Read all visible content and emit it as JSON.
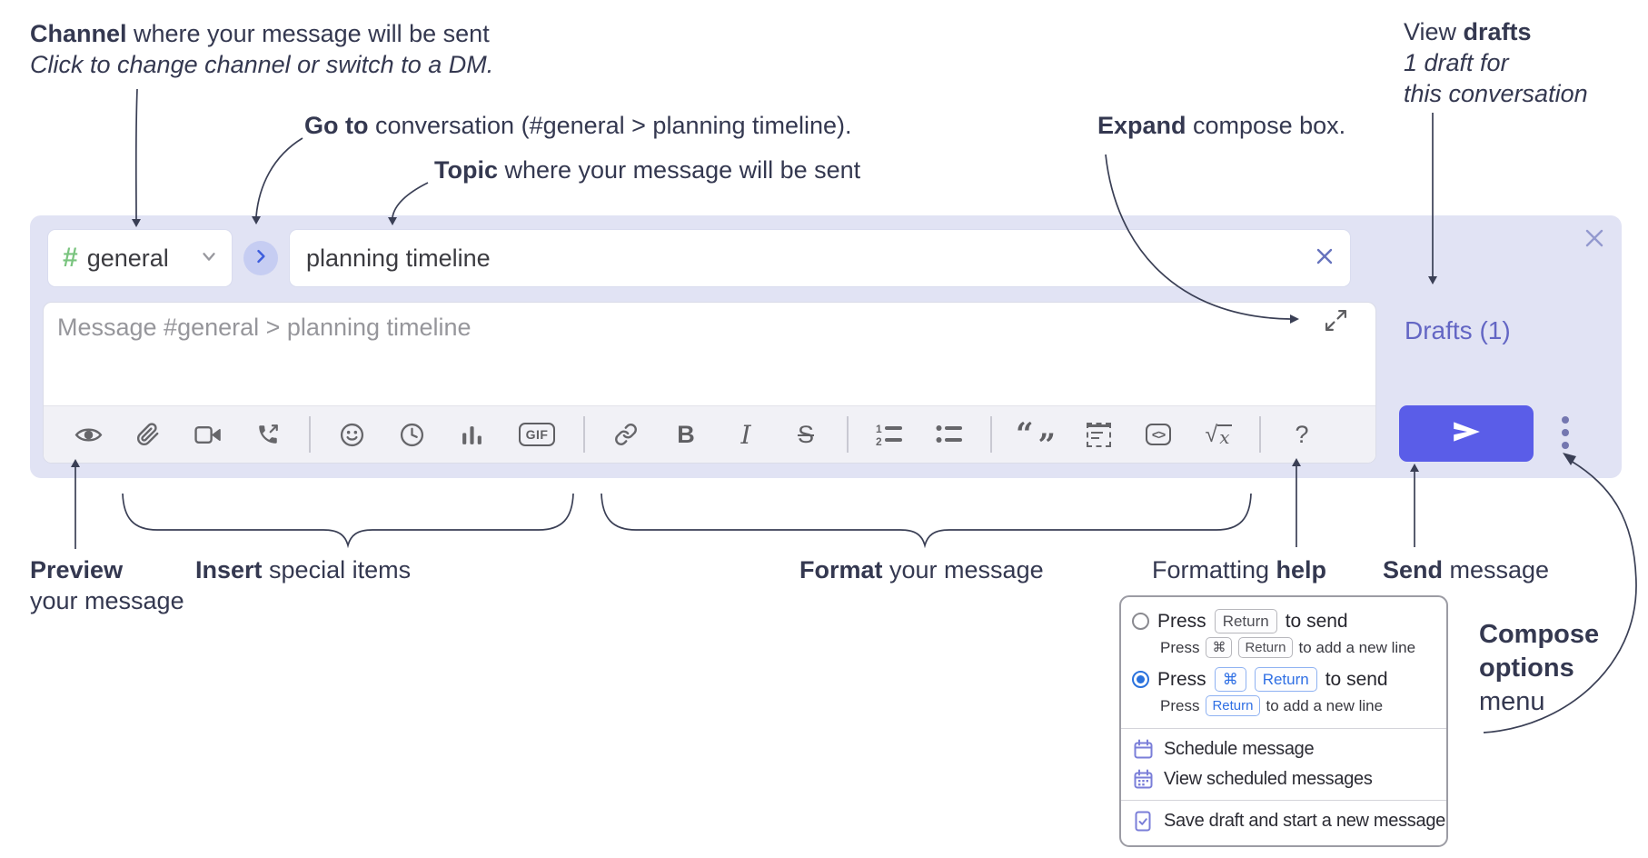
{
  "annotations": {
    "channel_line1_bold": "Channel",
    "channel_line1_rest": " where your message will be sent",
    "channel_line2": "Click to change channel or switch to a DM.",
    "goto_bold": "Go to",
    "goto_rest": " conversation (#general > planning timeline).",
    "topic_bold": "Topic",
    "topic_rest": " where your message will be sent",
    "expand_bold": "Expand",
    "expand_rest": " compose box.",
    "drafts_line1_pre": "View ",
    "drafts_line1_bold": "drafts",
    "drafts_line2": "1 draft for",
    "drafts_line3": "this conversation",
    "preview_bold": "Preview",
    "preview_line2": "your message",
    "insert_bold": "Insert",
    "insert_rest": " special items",
    "format_bold": "Format",
    "format_rest": " your message",
    "help_pre": "Formatting ",
    "help_bold": "help",
    "send_bold": "Send",
    "send_rest": " message",
    "compose_options_line1": "Compose",
    "compose_options_line2": "options",
    "compose_options_line3": "menu"
  },
  "compose": {
    "channel_hash": "#",
    "channel_name": "general",
    "topic_value": "planning timeline",
    "message_placeholder": "Message #general > planning timeline",
    "drafts_link": "Drafts (1)"
  },
  "toolbar": {
    "gif": "GIF",
    "bold": "B",
    "italic": "I",
    "strike": "S",
    "ordered_1": "1",
    "ordered_2": "2",
    "quote_open": "“",
    "quote_close": "”",
    "code": "<>",
    "sqrt": "√",
    "math_x": "x",
    "help": "?"
  },
  "options_menu": {
    "row1_pre": "Press",
    "row1_key": "Return",
    "row1_post": "to send",
    "row1_sub_pre": "Press",
    "row1_sub_key1": "⌘",
    "row1_sub_key2": "Return",
    "row1_sub_post": "to add a new line",
    "row2_pre": "Press",
    "row2_key1": "⌘",
    "row2_key2": "Return",
    "row2_post": "to send",
    "row2_sub_pre": "Press",
    "row2_sub_key": "Return",
    "row2_sub_post": "to add a new line",
    "items": [
      {
        "icon": "calendar-icon",
        "label": "Schedule message"
      },
      {
        "icon": "calendar-grid-icon",
        "label": "View scheduled messages"
      },
      {
        "icon": "save-draft-icon",
        "label": "Save draft and start a new message"
      }
    ]
  },
  "colors": {
    "panel_bg": "#e1e3f4",
    "send_button": "#5a5de8",
    "drafts_link": "#6366c4",
    "channel_hash_green": "#7ac47f",
    "radio_selected_blue": "#2a72dd",
    "keycap_blue": "#2f6fe4",
    "menu_icon_purple": "#7a7ed8",
    "annotation_text": "#343850"
  }
}
